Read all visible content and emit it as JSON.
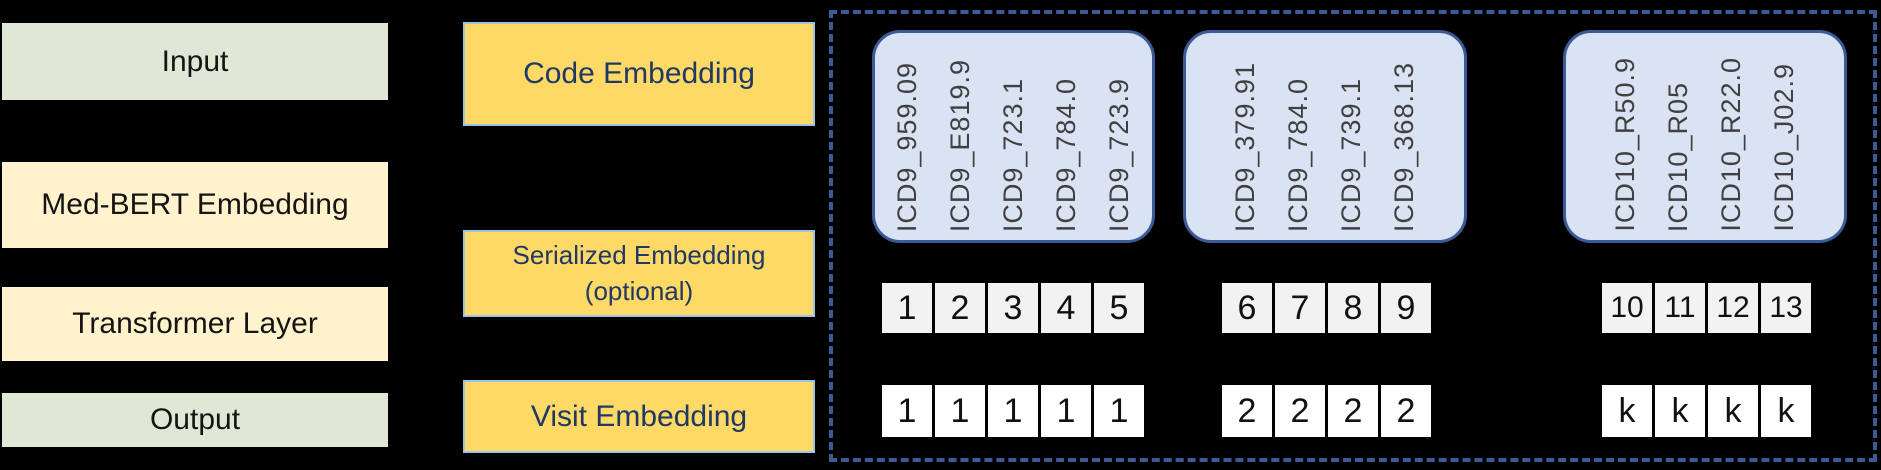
{
  "colors": {
    "dash": "#3c5a96",
    "gold": "#ffd966",
    "gold_border": "#9dc3e6",
    "light_yellow": "#fff2cc",
    "light_green": "#dee8d5",
    "code_fill": "#dae3f3",
    "code_text": "#404040",
    "navy": "#1f3864",
    "cell_gray": "#f2f2f2"
  },
  "legend": {
    "items": [
      {
        "label": "Input"
      },
      {
        "label": "Med-BERT Embedding"
      },
      {
        "label": "Transformer Layer"
      },
      {
        "label": "Output"
      }
    ]
  },
  "stages": {
    "code_embedding": "Code Embedding",
    "serialized_embedding_line1": "Serialized Embedding",
    "serialized_embedding_line2": "(optional)",
    "visit_embedding": "Visit Embedding"
  },
  "visits": [
    {
      "codes": [
        "ICD9_959.09",
        "ICD9_E819.9",
        "ICD9_723.1",
        "ICD9_784.0",
        "ICD9_723.9"
      ],
      "serial": [
        "1",
        "2",
        "3",
        "4",
        "5"
      ],
      "visit": [
        "1",
        "1",
        "1",
        "1",
        "1"
      ]
    },
    {
      "codes": [
        "ICD9_379.91",
        "ICD9_784.0",
        "ICD9_739.1",
        "ICD9_368.13"
      ],
      "serial": [
        "6",
        "7",
        "8",
        "9"
      ],
      "visit": [
        "2",
        "2",
        "2",
        "2"
      ]
    },
    {
      "codes": [
        "ICD10_R50.9",
        "ICD10_R05",
        "ICD10_R22.0",
        "ICD10_J02.9"
      ],
      "serial": [
        "10",
        "11",
        "12",
        "13"
      ],
      "visit": [
        "k",
        "k",
        "k",
        "k"
      ]
    }
  ]
}
